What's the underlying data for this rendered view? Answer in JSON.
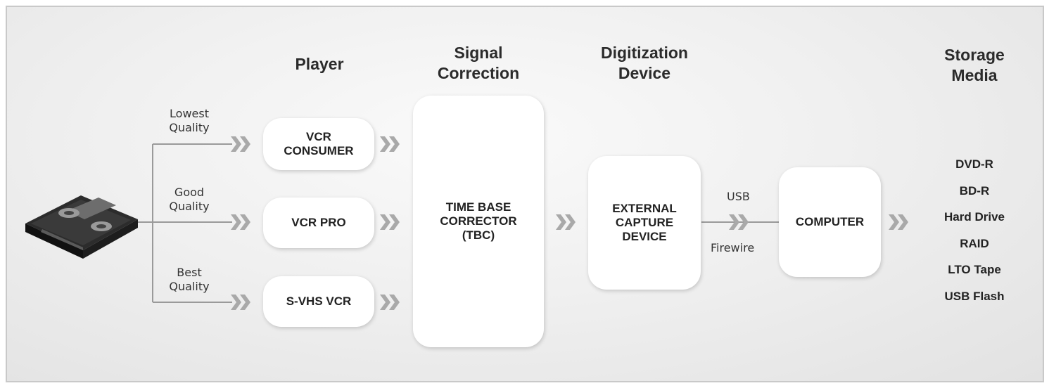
{
  "headings": {
    "player": "Player",
    "signal_correction": "Signal\nCorrection",
    "digitization_device": "Digitization\nDevice",
    "storage_media": "Storage\nMedia"
  },
  "quality_labels": {
    "lowest": "Lowest\nQuality",
    "good": "Good\nQuality",
    "best": "Best\nQuality"
  },
  "boxes": {
    "vcr_consumer": "VCR\nCONSUMER",
    "vcr_pro": "VCR PRO",
    "svhs_vcr": "S-VHS VCR",
    "tbc": "TIME BASE\nCORRECTOR\n(TBC)",
    "capture": "EXTERNAL\nCAPTURE\nDEVICE",
    "computer": "COMPUTER"
  },
  "connection_labels": {
    "usb": "USB",
    "firewire": "Firewire"
  },
  "storage_media": [
    "DVD-R",
    "BD-R",
    "Hard Drive",
    "RAID",
    "LTO Tape",
    "USB Flash"
  ],
  "icons": {
    "source": "vhs-tape-icon",
    "arrow": "double-chevron-arrow-icon"
  },
  "colors": {
    "line": "#9a9a9a",
    "arrow": "#a9a9a9",
    "box_fill": "#ffffff",
    "text": "#222222"
  }
}
